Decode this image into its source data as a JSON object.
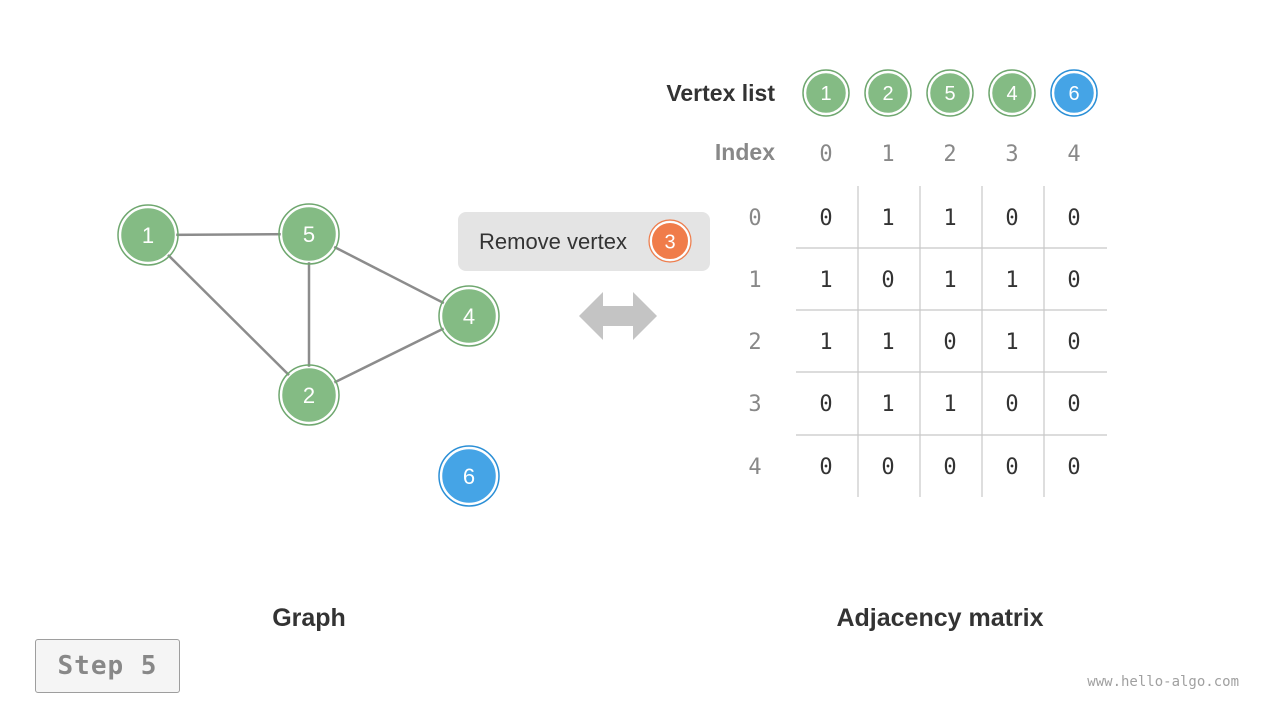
{
  "colors": {
    "vertex_green": "#84bb84",
    "vertex_green_ring": "#6fa76f",
    "vertex_blue": "#45a4e6",
    "vertex_blue_ring": "#2b8fd6",
    "badge_orange": "#f07c4a",
    "edge": "#8c8c8c",
    "grid": "#c7c7c7",
    "arrow": "#c4c4c4",
    "caption_box": "#e4e4e4",
    "text_dark": "#333333",
    "text_gray": "#888888"
  },
  "graph": {
    "caption": "Graph",
    "vertices": [
      {
        "label": "1",
        "color": "green"
      },
      {
        "label": "5",
        "color": "green"
      },
      {
        "label": "4",
        "color": "green"
      },
      {
        "label": "2",
        "color": "green"
      },
      {
        "label": "6",
        "color": "blue"
      }
    ],
    "edges": [
      [
        "1",
        "5"
      ],
      [
        "1",
        "2"
      ],
      [
        "5",
        "2"
      ],
      [
        "5",
        "4"
      ],
      [
        "2",
        "4"
      ]
    ]
  },
  "operation": {
    "label": "Remove vertex",
    "badge": "3",
    "arrow_icon": "double-arrow-icon"
  },
  "matrix": {
    "caption": "Adjacency matrix",
    "vertex_list_label": "Vertex list",
    "vertex_list": [
      {
        "label": "1",
        "color": "green"
      },
      {
        "label": "2",
        "color": "green"
      },
      {
        "label": "5",
        "color": "green"
      },
      {
        "label": "4",
        "color": "green"
      },
      {
        "label": "6",
        "color": "blue"
      }
    ],
    "index_label": "Index",
    "col_indices": [
      "0",
      "1",
      "2",
      "3",
      "4"
    ],
    "row_indices": [
      "0",
      "1",
      "2",
      "3",
      "4"
    ],
    "values": [
      [
        "0",
        "1",
        "1",
        "0",
        "0"
      ],
      [
        "1",
        "0",
        "1",
        "1",
        "0"
      ],
      [
        "1",
        "1",
        "0",
        "1",
        "0"
      ],
      [
        "0",
        "1",
        "1",
        "0",
        "0"
      ],
      [
        "0",
        "0",
        "0",
        "0",
        "0"
      ]
    ]
  },
  "step_label": "Step 5",
  "watermark": "www.hello-algo.com"
}
